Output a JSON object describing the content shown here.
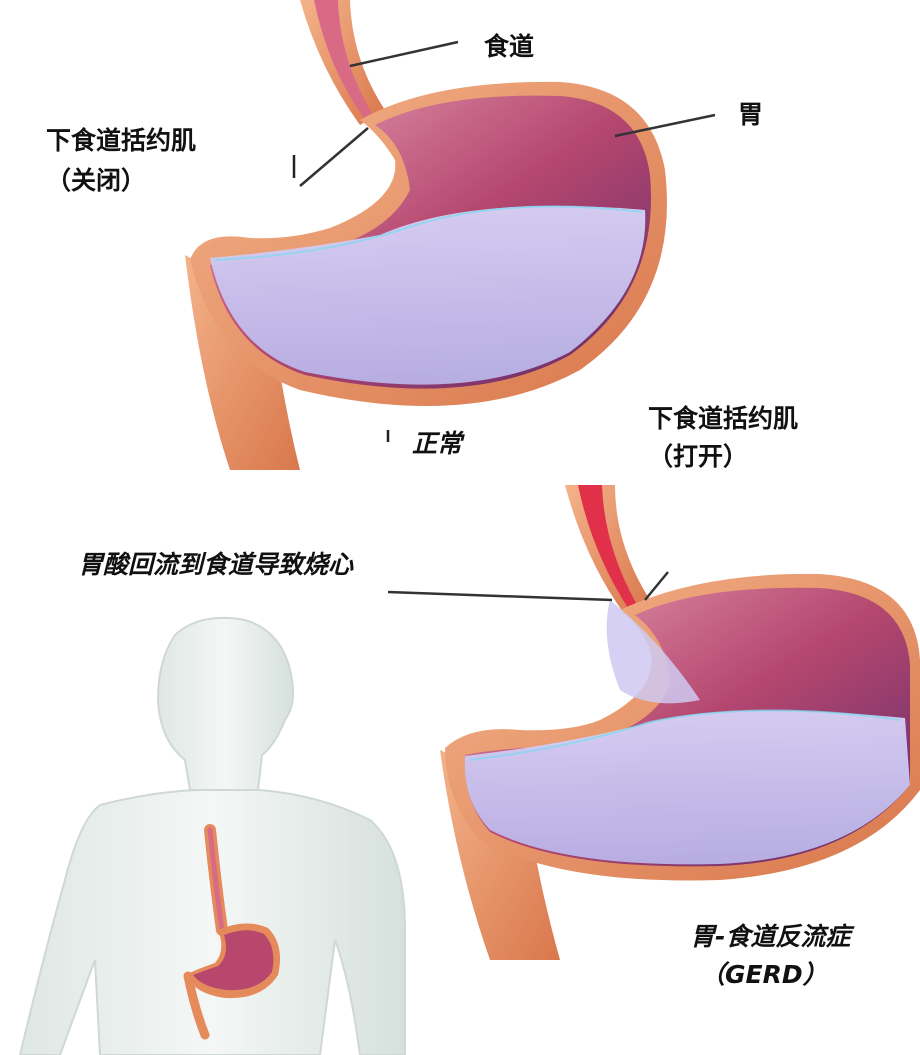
{
  "labels": {
    "esophagus": "食道",
    "stomach": "胃",
    "les_closed_line1": "下食道括约肌",
    "les_closed_line2": "（关闭）",
    "normal": "正常",
    "les_open_line1": "下食道括约肌",
    "les_open_line2": "（打开）",
    "heartburn": "胃酸回流到食道导致烧心",
    "gerd_line1": "胃-食道反流症",
    "gerd_line2": "（GERD）"
  },
  "colors": {
    "stomach_wall": "#e58a5a",
    "stomach_inner": "#b8476e",
    "acid_fluid": "#c9c4f0",
    "leader_line": "#333333",
    "reflux_red": "#e0304a"
  }
}
